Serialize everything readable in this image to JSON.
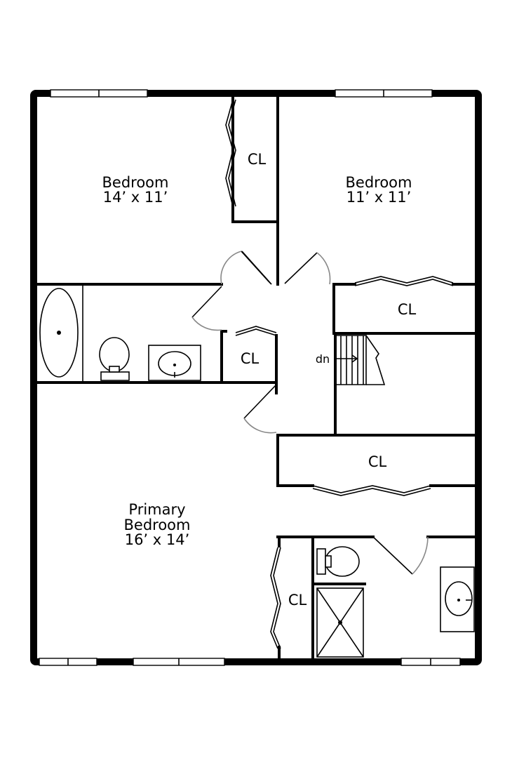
{
  "rooms": {
    "bedroom_left": {
      "name": "Bedroom",
      "size": "14’ x 11’"
    },
    "bedroom_right": {
      "name": "Bedroom",
      "size": "11’ x 11’"
    },
    "primary": {
      "name_line1": "Primary",
      "name_line2": "Bedroom",
      "size": "16’ x 14’"
    }
  },
  "closets": {
    "bedroom_left": "CL",
    "bedroom_right": "CL",
    "hall": "CL",
    "primary_wide": "CL",
    "primary_small": "CL"
  },
  "stairs": {
    "label": "dn"
  }
}
